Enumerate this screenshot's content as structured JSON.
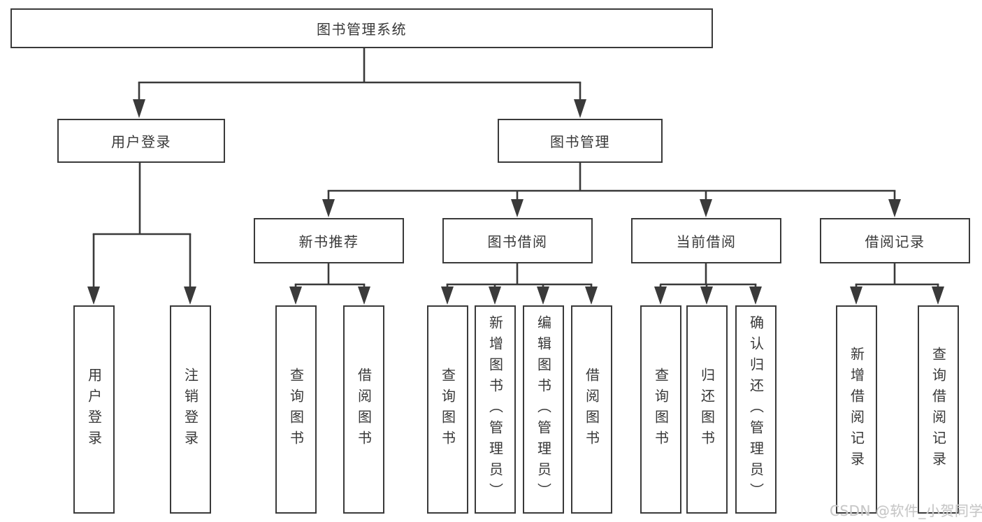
{
  "colors": {
    "line": "#3a3a3a",
    "box_border": "#3a3a3a",
    "text": "#383838",
    "watermark_text": "#c7c7c7",
    "background": "#ffffff"
  },
  "tree": {
    "root": {
      "label": "图书管理系统"
    },
    "branches": [
      {
        "label": "用户登录",
        "children": [
          {
            "label": "用户登录"
          },
          {
            "label": "注销登录"
          }
        ]
      },
      {
        "label": "图书管理",
        "children": [
          {
            "label": "新书推荐",
            "children": [
              {
                "label": "查询图书"
              },
              {
                "label": "借阅图书"
              }
            ]
          },
          {
            "label": "图书借阅",
            "children": [
              {
                "label": "查询图书"
              },
              {
                "label": "新增图书（管理员）"
              },
              {
                "label": "编辑图书（管理员）"
              },
              {
                "label": "借阅图书"
              }
            ]
          },
          {
            "label": "当前借阅",
            "children": [
              {
                "label": "查询图书"
              },
              {
                "label": "归还图书"
              },
              {
                "label": "确认归还（管理员）"
              }
            ]
          },
          {
            "label": "借阅记录",
            "children": [
              {
                "label": "新增借阅记录"
              },
              {
                "label": "查询借阅记录"
              }
            ]
          }
        ]
      }
    ]
  },
  "watermark": {
    "text": "CSDN @软件_小贺同学"
  }
}
